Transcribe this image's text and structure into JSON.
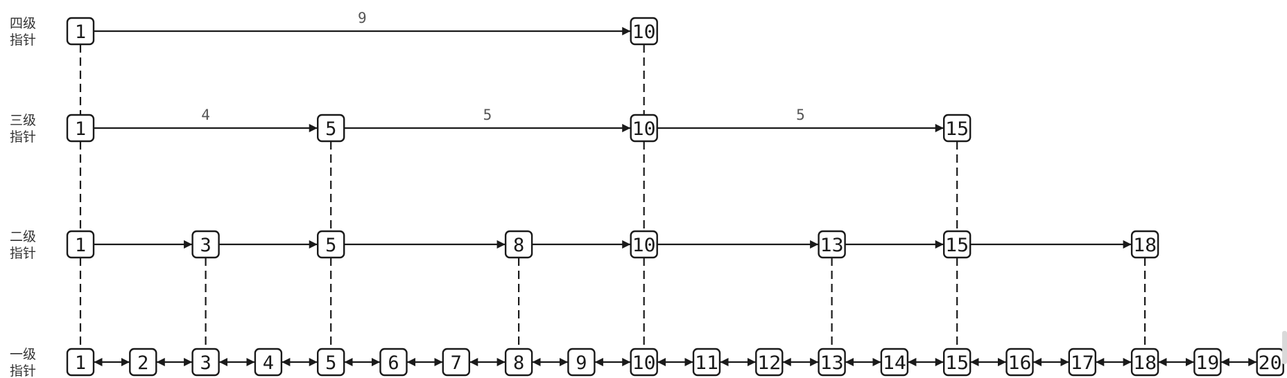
{
  "levels": [
    {
      "label_line1": "四级",
      "label_line2": "指针",
      "nodes": [
        1,
        10
      ],
      "weights": [
        {
          "from": 1,
          "to": 10,
          "text": "9"
        }
      ]
    },
    {
      "label_line1": "三级",
      "label_line2": "指针",
      "nodes": [
        1,
        5,
        10,
        15
      ],
      "weights": [
        {
          "from": 1,
          "to": 5,
          "text": "4"
        },
        {
          "from": 5,
          "to": 10,
          "text": "5"
        },
        {
          "from": 10,
          "to": 15,
          "text": "5"
        }
      ]
    },
    {
      "label_line1": "二级",
      "label_line2": "指针",
      "nodes": [
        1,
        3,
        5,
        8,
        10,
        13,
        15,
        18
      ],
      "weights": []
    },
    {
      "label_line1": "一级",
      "label_line2": "指针",
      "nodes": [
        1,
        2,
        3,
        4,
        5,
        6,
        7,
        8,
        9,
        10,
        11,
        12,
        13,
        14,
        15,
        16,
        17,
        18,
        19,
        20
      ],
      "weights": [],
      "bidirectional": true
    }
  ]
}
